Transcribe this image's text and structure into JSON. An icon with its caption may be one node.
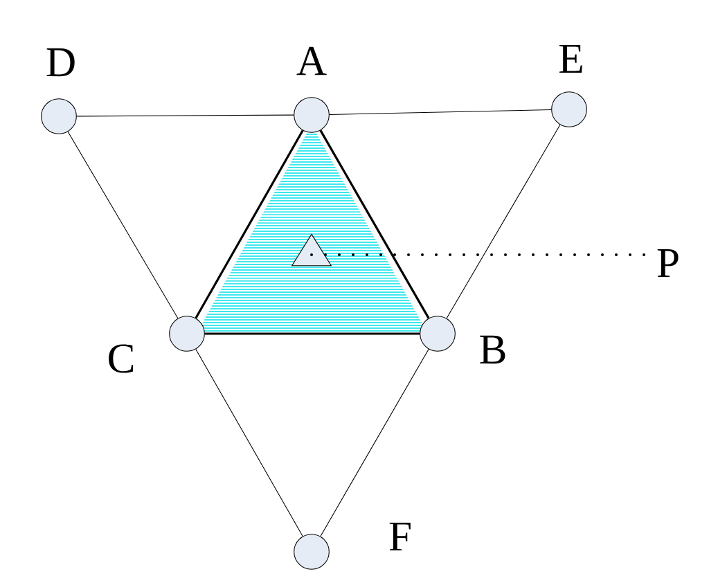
{
  "diagram": {
    "nodes": [
      {
        "text": [],
        "shape": "circle",
        "beside": [
          "D"
        ]
      },
      {
        "text": [],
        "shape": "circle",
        "beside": [
          "A"
        ]
      },
      {
        "text": [],
        "shape": "circle",
        "beside": [
          "E"
        ]
      },
      {
        "text": [],
        "shape": "triangle"
      },
      {
        "text": [
          "P"
        ]
      },
      {
        "text": [],
        "shape": "circle",
        "beside": [
          "C"
        ]
      },
      {
        "text": [],
        "shape": "circle",
        "beside": [
          "B"
        ]
      },
      {
        "text": [],
        "shape": "circle",
        "beside": [
          "F"
        ]
      }
    ],
    "edges": [
      {
        "from": 0,
        "to": 1,
        "arrow": "none"
      },
      {
        "from": 1,
        "to": 2,
        "arrow": "none"
      },
      {
        "from": 0,
        "to": 5,
        "arrow": "none"
      },
      {
        "from": 2,
        "to": 6,
        "arrow": "none"
      },
      {
        "from": 1,
        "to": 5,
        "arrow": "none",
        "style": "thick"
      },
      {
        "from": 1,
        "to": 6,
        "arrow": "none",
        "style": "thick"
      },
      {
        "from": 5,
        "to": 6,
        "arrow": "none",
        "style": "thick"
      },
      {
        "from": 5,
        "to": 7,
        "arrow": "none"
      },
      {
        "from": 6,
        "to": 7,
        "arrow": "none"
      },
      {
        "from": 3,
        "to": 4,
        "arrow": "none",
        "style": "dashed"
      }
    ]
  }
}
